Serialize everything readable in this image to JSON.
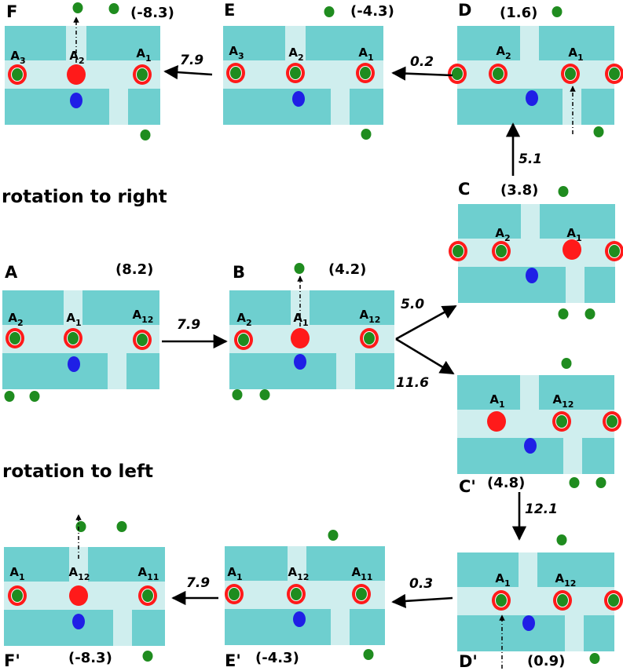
{
  "headings": {
    "right": "rotation to right",
    "left": "rotation to left"
  },
  "colors": {
    "block": "#6ecfcf",
    "channel": "#cfeeee",
    "red": "#ff1a1a",
    "green": "#1f8c1f",
    "blue": "#1f1fe6",
    "arrow": "#000000"
  },
  "panels": [
    {
      "id": "F",
      "label": "F",
      "energy": "(-8.3)",
      "atoms": [
        "A",
        "A",
        "A"
      ],
      "subs": [
        "3",
        "2",
        "1"
      ]
    },
    {
      "id": "E",
      "label": "E",
      "energy": "(-4.3)",
      "atoms": [
        "A",
        "A",
        "A"
      ],
      "subs": [
        "3",
        "2",
        "1"
      ]
    },
    {
      "id": "D",
      "label": "D",
      "energy": "(1.6)",
      "atoms": [
        "A",
        "A"
      ],
      "subs": [
        "2",
        "1"
      ]
    },
    {
      "id": "C",
      "label": "C",
      "energy": "(3.8)",
      "atoms": [
        "A",
        "A"
      ],
      "subs": [
        "2",
        "1"
      ]
    },
    {
      "id": "A",
      "label": "A",
      "energy": "(8.2)",
      "atoms": [
        "A",
        "A",
        "A"
      ],
      "subs": [
        "2",
        "1",
        "12"
      ]
    },
    {
      "id": "B",
      "label": "B",
      "energy": "(4.2)",
      "atoms": [
        "A",
        "A",
        "A"
      ],
      "subs": [
        "2",
        "1",
        "12"
      ]
    },
    {
      "id": "C'",
      "label": "C'",
      "energy": "(4.8)",
      "atoms": [
        "A",
        "A"
      ],
      "subs": [
        "1",
        "12"
      ]
    },
    {
      "id": "D'",
      "label": "D'",
      "energy": "(0.9)",
      "atoms": [
        "A",
        "A"
      ],
      "subs": [
        "1",
        "12"
      ]
    },
    {
      "id": "E'",
      "label": "E'",
      "energy": "(-4.3)",
      "atoms": [
        "A",
        "A",
        "A"
      ],
      "subs": [
        "1",
        "12",
        "11"
      ]
    },
    {
      "id": "F'",
      "label": "F'",
      "energy": "(-8.3)",
      "atoms": [
        "A",
        "A",
        "A"
      ],
      "subs": [
        "1",
        "12",
        "11"
      ]
    }
  ],
  "transitions": [
    {
      "from": "A",
      "to": "B",
      "value": "7.9"
    },
    {
      "from": "B",
      "to": "C",
      "value": "5.0"
    },
    {
      "from": "B",
      "to": "C'",
      "value": "11.6"
    },
    {
      "from": "C",
      "to": "D",
      "value": "5.1"
    },
    {
      "from": "D",
      "to": "E",
      "value": "0.2"
    },
    {
      "from": "E",
      "to": "F",
      "value": "7.9"
    },
    {
      "from": "C'",
      "to": "D'",
      "value": "12.1"
    },
    {
      "from": "D'",
      "to": "E'",
      "value": "0.3"
    },
    {
      "from": "E'",
      "to": "F'",
      "value": "7.9"
    }
  ]
}
